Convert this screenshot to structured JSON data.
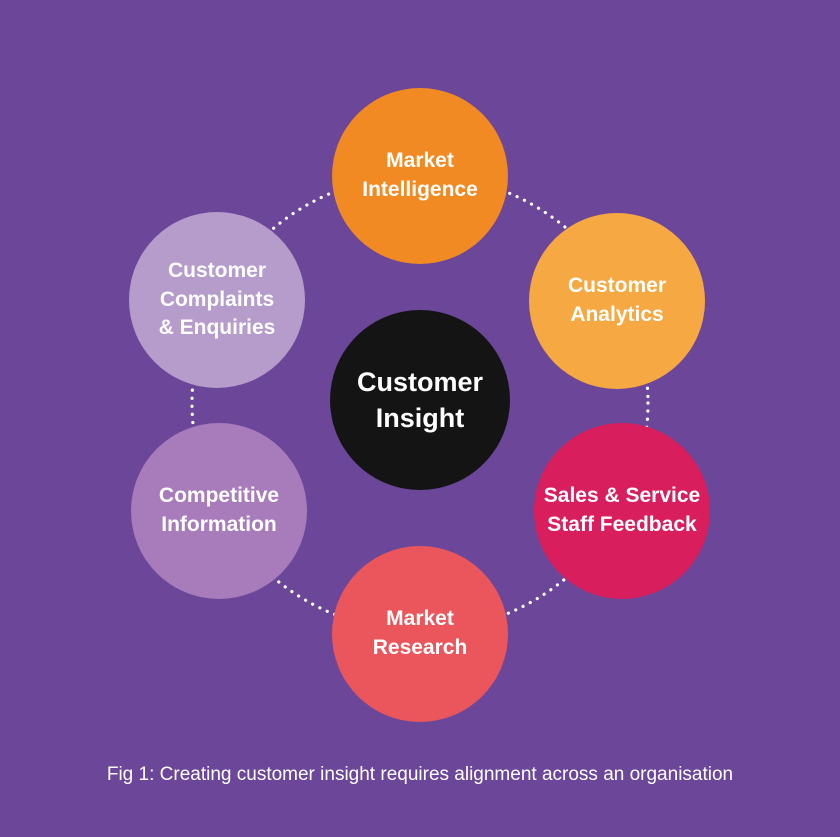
{
  "colors": {
    "background": "#6B4699",
    "connector_dots": "#FFFFFF",
    "label_text": "#FFFFFF"
  },
  "center": {
    "id": "customer-insight",
    "label": [
      "Customer",
      "Insight"
    ],
    "color": "#141414"
  },
  "nodes": [
    {
      "id": "market-intelligence",
      "label": [
        "Market",
        "Intelligence"
      ],
      "color": "#F28A24"
    },
    {
      "id": "customer-analytics",
      "label": [
        "Customer",
        "Analytics"
      ],
      "color": "#F6A842"
    },
    {
      "id": "sales-service-staff-feedback",
      "label": [
        "Sales & Service",
        "Staff Feedback"
      ],
      "color": "#D81E5D"
    },
    {
      "id": "market-research",
      "label": [
        "Market",
        "Research"
      ],
      "color": "#EA565C"
    },
    {
      "id": "competitive-information",
      "label": [
        "Competitive",
        "Information"
      ],
      "color": "#A87CBA"
    },
    {
      "id": "customer-complaints-enquiries",
      "label": [
        "Customer",
        "Complaints",
        "& Enquiries"
      ],
      "color": "#B59CCB"
    }
  ],
  "caption": "Fig 1: Creating customer insight requires alignment across an organisation"
}
